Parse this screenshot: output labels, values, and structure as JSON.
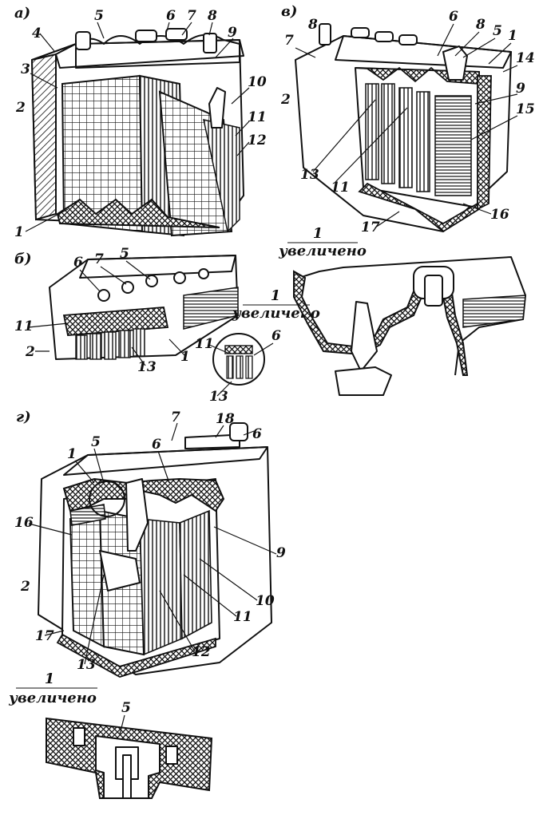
{
  "panels": {
    "a": "а)",
    "b": "б)",
    "v": "в)",
    "g": "г)"
  },
  "zoom_caption": {
    "num": "1",
    "text": "увеличено"
  },
  "labels_a": [
    "1",
    "2",
    "3",
    "4",
    "5",
    "6",
    "7",
    "8",
    "9",
    "10",
    "11",
    "12"
  ],
  "labels_v": [
    "1",
    "2",
    "5",
    "6",
    "7",
    "8",
    "8",
    "9",
    "11",
    "13",
    "14",
    "15",
    "16",
    "17"
  ],
  "labels_b": [
    "1",
    "2",
    "5",
    "6",
    "7",
    "11",
    "11",
    "13",
    "13",
    "6"
  ],
  "labels_g": [
    "1",
    "2",
    "5",
    "6",
    "7",
    "9",
    "10",
    "11",
    "12",
    "13",
    "16",
    "17",
    "18",
    "5"
  ]
}
